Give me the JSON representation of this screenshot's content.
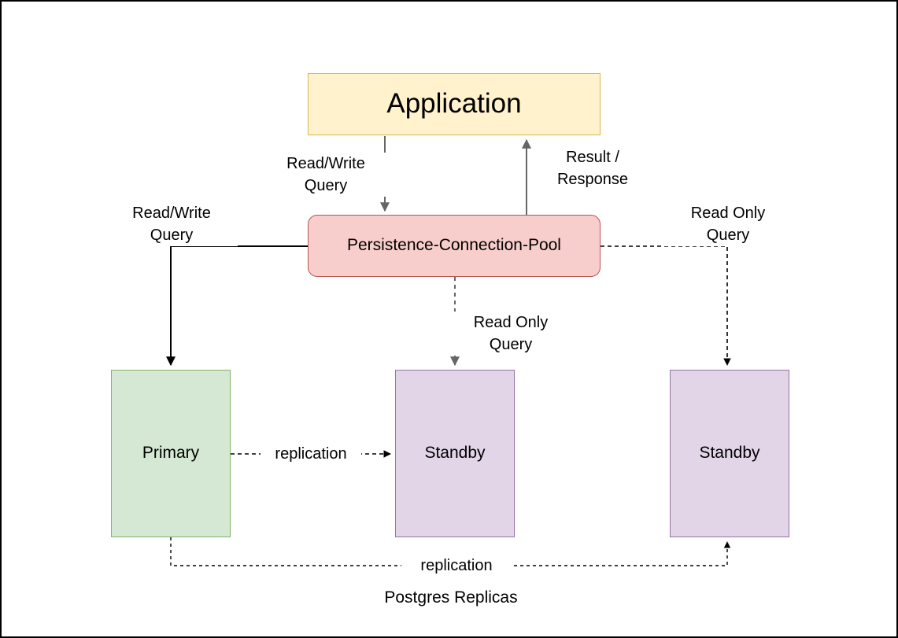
{
  "diagram": {
    "caption": "Postgres Replicas",
    "nodes": [
      {
        "id": "application",
        "label": "Application",
        "fill": "#fff2cc",
        "stroke": "#d6b656"
      },
      {
        "id": "pool",
        "label": "Persistence-Connection-Pool",
        "fill": "#f8cecc",
        "stroke": "#b85450"
      },
      {
        "id": "primary",
        "label": "Primary",
        "fill": "#d5e8d4",
        "stroke": "#82b366"
      },
      {
        "id": "standby_mid",
        "label": "Standby",
        "fill": "#e1d5e7",
        "stroke": "#9673a6"
      },
      {
        "id": "standby_right",
        "label": "Standby",
        "fill": "#e1d5e7",
        "stroke": "#9673a6"
      }
    ],
    "edges": [
      {
        "id": "app_to_pool",
        "label": "Read/Write\nQuery",
        "from": "application",
        "to": "pool",
        "style": "solid",
        "color": "#666666"
      },
      {
        "id": "pool_to_app",
        "label": "Result /\nResponse",
        "from": "pool",
        "to": "application",
        "style": "solid",
        "color": "#666666"
      },
      {
        "id": "pool_to_primary",
        "label": "Read/Write\nQuery",
        "from": "pool",
        "to": "primary",
        "style": "solid",
        "color": "#000000"
      },
      {
        "id": "pool_to_standby_mid",
        "label": "Read Only\nQuery",
        "from": "pool",
        "to": "standby_mid",
        "style": "dashed",
        "color": "#666666"
      },
      {
        "id": "pool_to_standby_right",
        "label": "Read Only\nQuery",
        "from": "pool",
        "to": "standby_right",
        "style": "dashed",
        "color": "#000000"
      },
      {
        "id": "primary_to_standby_mid",
        "label": "replication",
        "from": "primary",
        "to": "standby_mid",
        "style": "dashed",
        "color": "#000000"
      },
      {
        "id": "primary_to_standby_right",
        "label": "replication",
        "from": "primary",
        "to": "standby_right",
        "style": "dashed",
        "color": "#000000"
      }
    ]
  }
}
